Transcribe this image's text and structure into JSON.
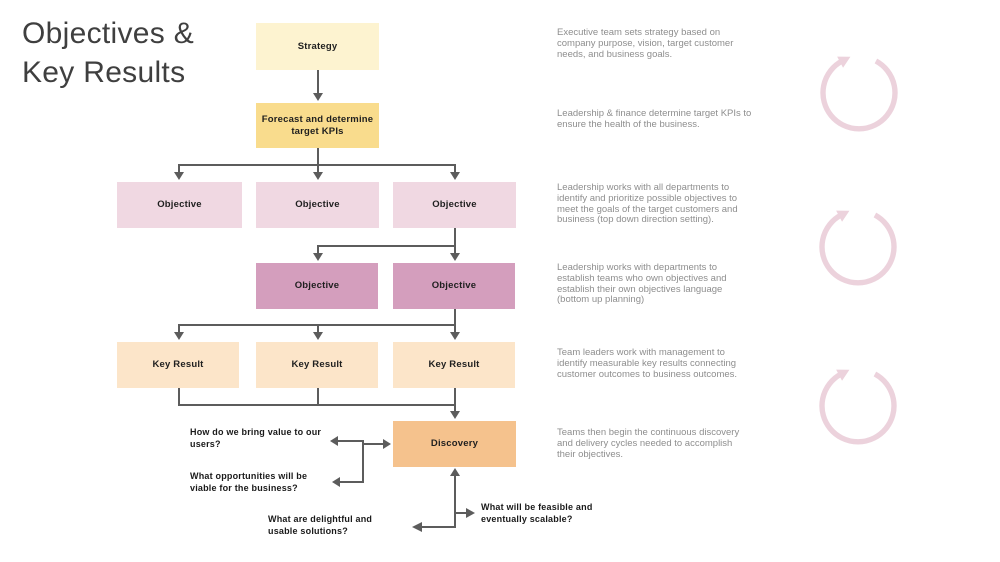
{
  "title": "Objectives & Key Results",
  "flow": {
    "strategy": "Strategy",
    "forecast": "Forecast and determine target KPIs",
    "objectives_top": [
      "Objective",
      "Objective",
      "Objective"
    ],
    "objectives_team": [
      "Objective",
      "Objective"
    ],
    "key_results": [
      "Key Result",
      "Key Result",
      "Key Result"
    ],
    "discovery": "Discovery"
  },
  "questions": [
    "How do we bring value to our users?",
    "What opportunities will be viable for the business?",
    "What are delightful and usable solutions?",
    "What will be feasible and eventually scalable?"
  ],
  "annotations": [
    "Executive team sets strategy based on company purpose, vision, target customer needs, and business goals.",
    "Leadership & finance determine target KPIs to ensure the health of the business.",
    "Leadership works with all departments to identify and prioritize possible objectives to meet the goals of the target customers and business (top down direction setting).",
    "Leadership works with departments to establish teams who own objectives and establish their own objectives language (bottom up planning)",
    "Team leaders work with management to identify measurable key results connecting customer outcomes to business outcomes.",
    "Teams then begin the continuous discovery and delivery cycles needed to accomplish their objectives."
  ],
  "icons": {
    "cycle_icon_name": "cycle-arrow-icon",
    "cycle_icon_count": 3
  },
  "colors": {
    "strategy_fill": "#fdf3d0",
    "forecast_fill": "#f9dc8d",
    "objective_light_fill": "#f0d8e2",
    "objective_dark_fill": "#d49ebd",
    "key_result_fill": "#fce5c9",
    "discovery_fill": "#f5c28d",
    "connector": "#5c5c5c",
    "annotation_text": "#8e8e8e",
    "cycle_icon": "#ecd2dc"
  }
}
